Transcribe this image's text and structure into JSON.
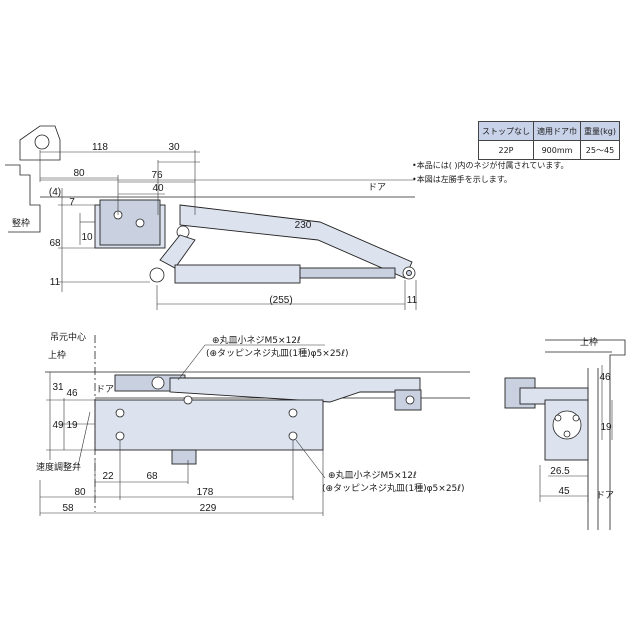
{
  "spec_table": {
    "headers": [
      "ストップなし",
      "適用ドア巾",
      "重量(kg)"
    ],
    "row": [
      "22P",
      "900mm",
      "25〜45"
    ]
  },
  "notes": [
    "本品には(  )内のネジが付属されています。",
    "本図は左勝手を示します。"
  ],
  "top_view": {
    "label_door": "ドア",
    "label_frame": "竪枠",
    "label_230": "230",
    "dims_top": [
      "118",
      "30",
      "80",
      "76",
      "40"
    ],
    "dims_left": [
      "(4)",
      "7",
      "10",
      "68",
      "11"
    ],
    "dims_bottom": [
      "(255)",
      "11"
    ]
  },
  "front_view": {
    "label_center": "吊元中心",
    "label_upper": "上枠",
    "label_door": "ドア",
    "label_valve": "速度調整弁",
    "screw_top_1": "⊕丸皿小ネジM5×12ℓ",
    "screw_top_2": "(⊕タッピンネジ丸皿(1種)φ5×25ℓ)",
    "screw_bottom_1": "⊕丸皿小ネジM5×12ℓ",
    "screw_bottom_2": "(⊕タッピンネジ丸皿(1種)φ5×25ℓ)",
    "dims_left": [
      "31",
      "46",
      "49",
      "19"
    ],
    "dims_bottom": [
      "22",
      "68",
      "80",
      "178",
      "58",
      "229"
    ]
  },
  "side_view": {
    "label_upper": "上枠",
    "label_door": "ドア",
    "dims": [
      "46",
      "19",
      "26.5",
      "45"
    ]
  }
}
